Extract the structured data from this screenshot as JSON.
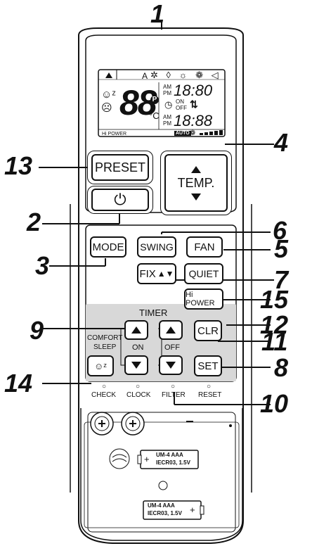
{
  "callouts": {
    "c1": "1",
    "c2": "2",
    "c3": "3",
    "c4": "4",
    "c5": "5",
    "c6": "6",
    "c7": "7",
    "c8": "8",
    "c9": "9",
    "c10": "10",
    "c11": "11",
    "c12": "12",
    "c13": "13",
    "c14": "14",
    "c15": "15"
  },
  "display": {
    "mode_a": "A",
    "temp_digits": "88",
    "celsius": "°C",
    "p_symbol": "P",
    "am": "AM",
    "pm": "PM",
    "clock_top": "18:80",
    "on": "ON",
    "off": "OFF",
    "clock_bottom": "18:88",
    "hipower": "Hi POWER",
    "auto": "AUTO"
  },
  "buttons": {
    "preset": "PRESET",
    "temp": "TEMP.",
    "mode": "MODE",
    "swing": "SWING",
    "fan": "FAN",
    "fix": "FIX",
    "quiet": "QUIET",
    "hipower": "Hi POWER",
    "clr": "CLR",
    "set": "SET"
  },
  "timer": {
    "title": "TIMER",
    "on": "ON",
    "off": "OFF",
    "comfort": "COMFORT",
    "sleep": "SLEEP"
  },
  "indicators": {
    "check": "CHECK",
    "clock": "CLOCK",
    "filter": "FILTER",
    "reset": "RESET"
  },
  "battery": {
    "top_line1": "UM-4  AAA",
    "top_line2": "IECR03, 1.5V",
    "bottom_line1": "UM-4  AAA",
    "bottom_line2": "IECR03, 1.5V"
  }
}
